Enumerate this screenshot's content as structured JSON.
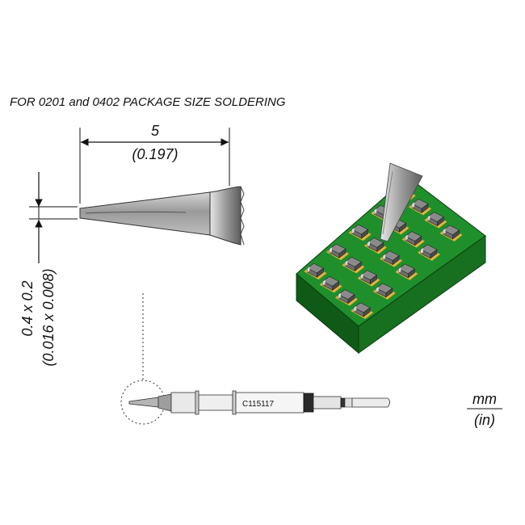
{
  "heading": "FOR 0201 and 0402 PACKAGE SIZE SOLDERING",
  "dimension_length": {
    "mm": "5",
    "in": "(0.197)"
  },
  "dimension_tip": {
    "mm": "0.4 x 0.2",
    "in": "(0.016 x 0.008)"
  },
  "part_number": "C115117",
  "units": {
    "mm": "mm",
    "in": "(in)"
  },
  "colors": {
    "pcb_top": "#1f8f2c",
    "pcb_side": "#17701f",
    "pcb_front": "#0f5a17",
    "pad": "#e2b53a",
    "chip": "#6e6e6e",
    "tip_metal": "#a8a8a8"
  }
}
